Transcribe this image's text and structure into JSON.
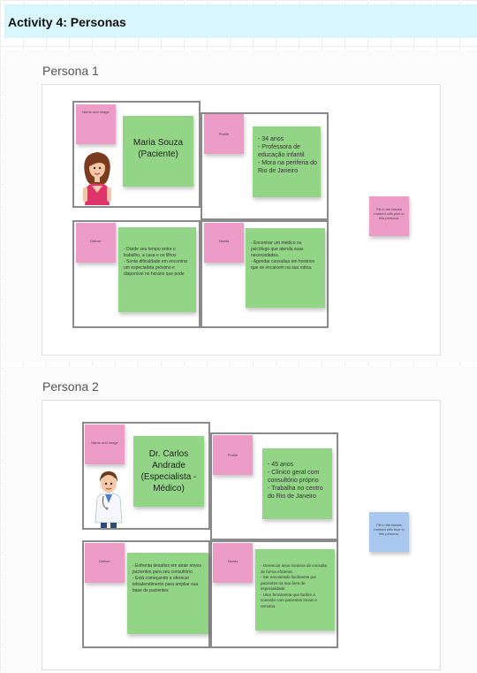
{
  "activity_title": "Activity 4: Personas",
  "personas": [
    {
      "heading": "Persona 1",
      "name_image_label": "Name and image",
      "name": "Maria Souza\n(Paciente)",
      "profile_label": "Profile",
      "profile": "- 34 anos\n- Professora de educação infantil\n- Mora na periferia do Rio de Janeiro",
      "deliver_label": "Deliver",
      "deliver": "- Divide seu tempo entre o trabalho, a casa e os filhos\n- Sente dificuldade em encontrar um especialista próximo e disponível no horário que pode",
      "needs_label": "Needs",
      "needs": "- Encontrar um médico ou psicólogo que atenda suas necessidades.\n- Agendar consultas em horários que se encaixem na sua rotina.",
      "side_note": "Fill in the blanks marked with pink in this persona."
    },
    {
      "heading": "Persona 2",
      "name_image_label": "Name and image",
      "name": "Dr. Carlos\nAndrade\n(Especialista -\nMédico)",
      "profile_label": "Profile",
      "profile": "- 45 anos\n- Clínico geral com consultório próprio\n- Trabalha no centro do Rio de Janeiro",
      "deliver_label": "Deliver",
      "deliver": "- Enfrenta desafios em atrair novos pacientes para seu consultório\n- Está começando a oferecer teleatendimento para ampliar sua base de pacientes",
      "needs_label": "Needs",
      "needs": "- Gerenciar seus horários de consulta de forma eficiente.\n- Ser encontrado facilmente por pacientes na sua área de especialidade.\n- Usar ferramenta que facilite a conexão com pacientes locais e remotos.",
      "side_note": "Fill in the blanks marked with blue in this persona."
    }
  ],
  "colors": {
    "header_bg": "#d8f6fc",
    "pink_sticky": "#ec9cc7",
    "green_sticky": "#93d586",
    "blue_sticky": "#a8c8ef"
  }
}
